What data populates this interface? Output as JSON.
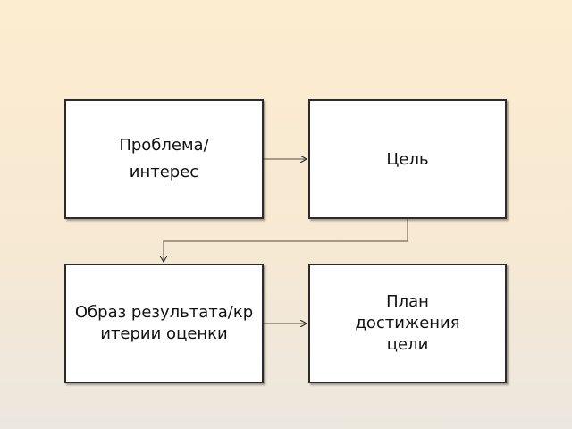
{
  "diagram": {
    "nodes": [
      {
        "id": "problem",
        "label": "Проблема/ интерес"
      },
      {
        "id": "goal",
        "label": "Цель"
      },
      {
        "id": "result",
        "label": "Образ результата/критерии оценки"
      },
      {
        "id": "plan",
        "label": "План достижения цели"
      }
    ],
    "edges": [
      {
        "from": "problem",
        "to": "goal"
      },
      {
        "from": "goal",
        "to": "result"
      },
      {
        "from": "result",
        "to": "plan"
      }
    ]
  },
  "colors": {
    "box_border": "#2b2b2b",
    "connector": "#7a6a55",
    "arrowhead": "#333333"
  }
}
